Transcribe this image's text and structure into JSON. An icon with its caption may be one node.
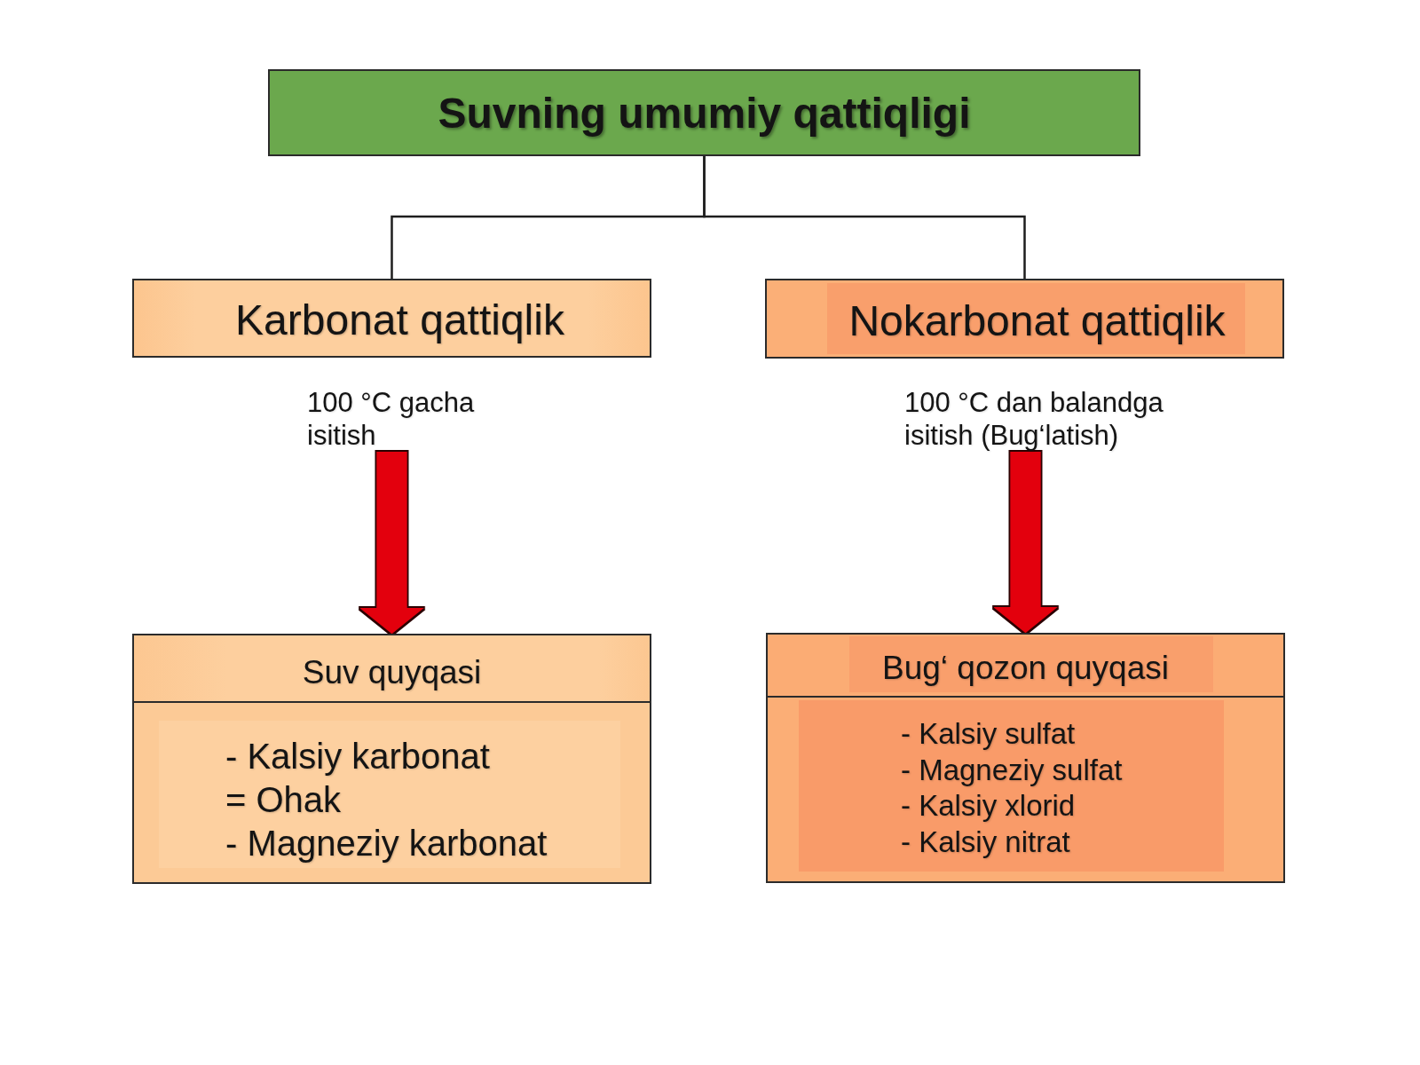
{
  "diagram": {
    "nodes": [
      {
        "text": [
          "Suvning umumiy qattiqligi"
        ]
      },
      {
        "text": [
          "Karbonat qattiqlik"
        ]
      },
      {
        "text": [
          "Nokarbonat qattiqlik"
        ]
      },
      {
        "text": [
          "100 °C gacha isitish"
        ]
      },
      {
        "text": [
          "100 °C dan balandga isitish (Bug‘latish)"
        ]
      },
      {
        "text": [
          "Suv quyqasi",
          "- Kalsiy karbonat",
          "= Ohak",
          "- Magneziy karbonat"
        ]
      },
      {
        "text": [
          "Bug‘ qozon quyqasi",
          "- Kalsiy sulfat",
          "- Magneziy sulfat",
          "- Kalsiy xlorid",
          "- Kalsiy nitrat"
        ]
      }
    ],
    "edges": [
      {
        "from": 0,
        "to": 1,
        "arrow": "none"
      },
      {
        "from": 0,
        "to": 2,
        "arrow": "none"
      },
      {
        "from": 3,
        "to": 5,
        "arrow": "to",
        "style": "thick",
        "color": "#e3000f"
      },
      {
        "from": 4,
        "to": 6,
        "arrow": "to",
        "style": "thick",
        "color": "#e3000f"
      }
    ]
  }
}
